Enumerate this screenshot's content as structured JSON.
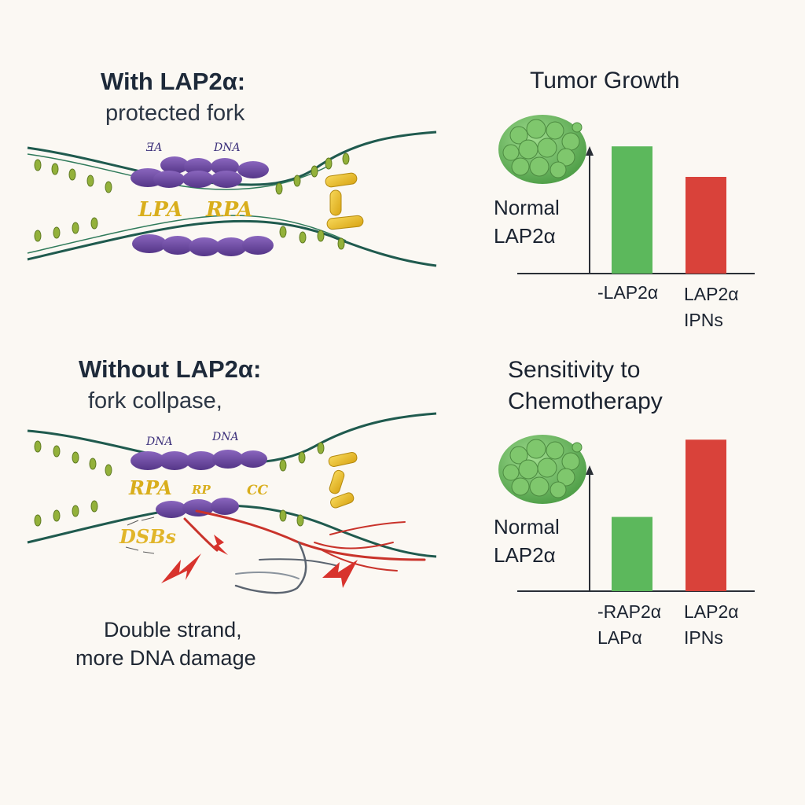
{
  "panels": {
    "top": {
      "title": "With LAP2α:",
      "subtitle": "protected fork",
      "labels": {
        "protein": "LPA",
        "protein2": "RPA",
        "small_a": "ƎA",
        "small_b": "DNA"
      }
    },
    "bottom": {
      "title": "Without LAP2α:",
      "subtitle": "fork collpase,",
      "labels": {
        "rpa": "RPA",
        "rp": "RP",
        "cc": "CC",
        "dsbs": "DSBs",
        "small_a": "DNA",
        "small_b": "DNA"
      },
      "caption_line1": "Double strand,",
      "caption_line2": "more DNA damage"
    }
  },
  "charts": {
    "tumor_growth": {
      "title": "Tumor Growth",
      "legend": "Normal\nLAP2α",
      "tick_left": "-LAP2α",
      "tick_right": "LAP2α\nIPNs"
    },
    "sensitivity": {
      "title_line1": "Sensitivity to",
      "title_line2": "Chemotherapy",
      "legend": "Normal\nLAP2α",
      "tick_left": "-RAP2α\nLAPα",
      "tick_right": "LAP2α\nIPNs"
    }
  },
  "chart_data": [
    {
      "type": "bar",
      "title": "Tumor Growth",
      "categories": [
        "-LAP2α",
        "LAP2α IPNs"
      ],
      "values": [
        100,
        76
      ],
      "colors": [
        "#5cb85c",
        "#d9423a"
      ],
      "ylim": [
        0,
        110
      ]
    },
    {
      "type": "bar",
      "title": "Sensitivity to Chemotherapy",
      "categories": [
        "-RAP2α LAPα",
        "LAP2α IPNs"
      ],
      "values": [
        49,
        100
      ],
      "colors": [
        "#5cb85c",
        "#d9423a"
      ],
      "ylim": [
        0,
        110
      ]
    }
  ],
  "colors": {
    "strand": "#1f5a4e",
    "leaf": "#93b13a",
    "histone": "#6e4a9e",
    "protein": "#e5b820",
    "damage": "#d8332d",
    "bar_green": "#5cb85c",
    "bar_red": "#d9423a"
  }
}
